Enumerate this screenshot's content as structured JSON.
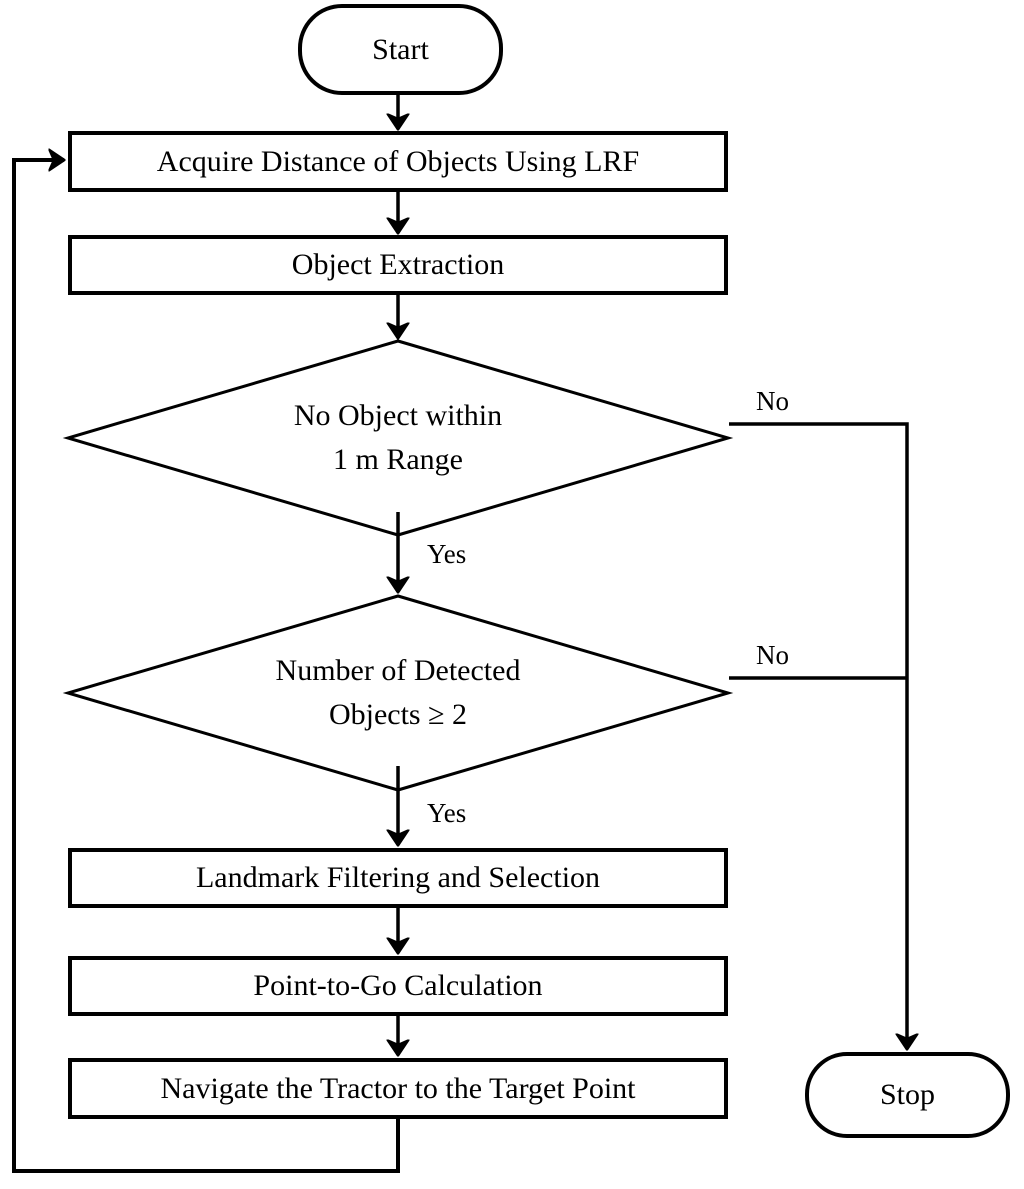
{
  "diagram": {
    "type": "flowchart",
    "colors": {
      "background": "#ffffff",
      "line": "#000000",
      "text": "#000000"
    },
    "nodes": {
      "start": {
        "shape": "terminator",
        "label": "Start"
      },
      "acquire": {
        "shape": "process",
        "label": "Acquire Distance of Objects Using LRF"
      },
      "extract": {
        "shape": "process",
        "label": "Object Extraction"
      },
      "decision1": {
        "shape": "decision",
        "line1": "No Object within",
        "line2": "1 m Range"
      },
      "decision2": {
        "shape": "decision",
        "line1": "Number of Detected",
        "line2": "Objects ≥ 2"
      },
      "landmark": {
        "shape": "process",
        "label": "Landmark Filtering and Selection"
      },
      "point_to_go": {
        "shape": "process",
        "label": "Point-to-Go Calculation"
      },
      "navigate": {
        "shape": "process",
        "label": "Navigate the Tractor to the Target Point"
      },
      "stop": {
        "shape": "terminator",
        "label": "Stop"
      }
    },
    "edge_labels": {
      "yes1": "Yes",
      "no1": "No",
      "yes2": "Yes",
      "no2": "No"
    }
  }
}
